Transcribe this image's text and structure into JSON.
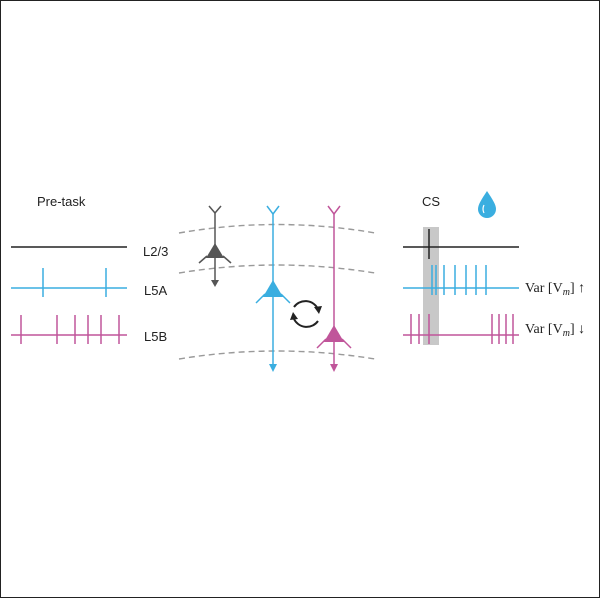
{
  "labels": {
    "pretask": "Pre-task",
    "cs": "CS",
    "l23": "L2/3",
    "l5a": "L5A",
    "l5b": "L5B",
    "var_up": "Var [V",
    "var_up_sub": "m",
    "var_up_tail": "] ↑",
    "var_down": "Var [V",
    "var_down_sub": "m",
    "var_down_tail": "] ↓"
  },
  "colors": {
    "black": "#222222",
    "gray_neuron": "#555555",
    "blue": "#3aaee0",
    "magenta": "#c0559a",
    "dashed": "#9a9a9a",
    "cs_band": "#c8c8c8"
  },
  "icons": {
    "reward": "water-drop-icon",
    "loop": "circular-arrows-icon"
  }
}
